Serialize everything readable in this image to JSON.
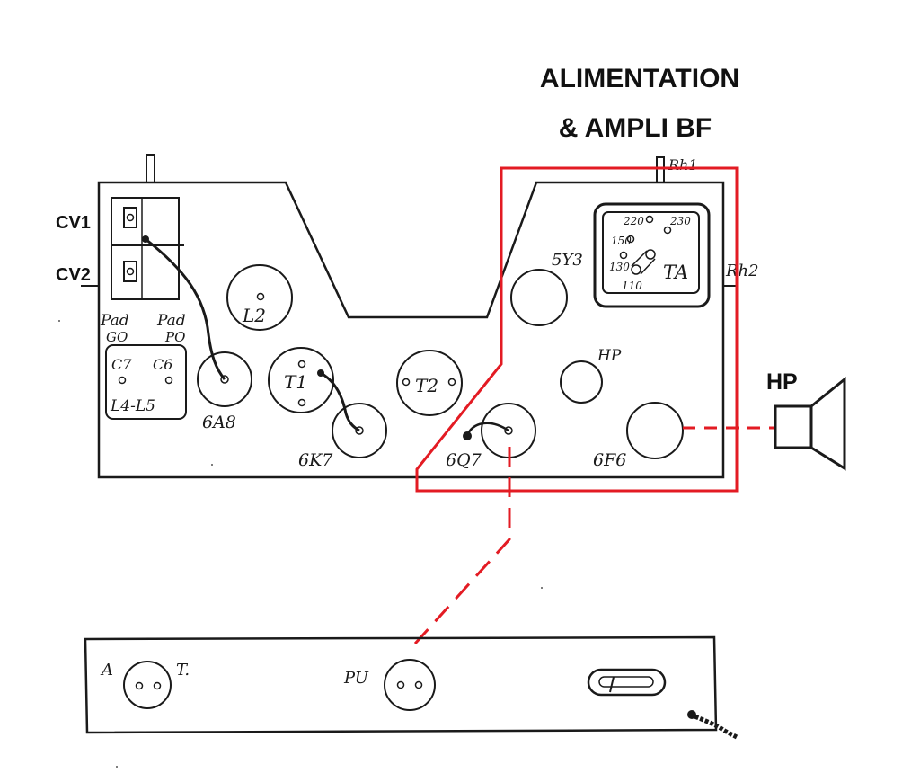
{
  "title": {
    "line1": "ALIMENTATION",
    "line2": "& AMPLI BF"
  },
  "colors": {
    "ink": "#1a1a1a",
    "highlight": "#e31b23",
    "background": "#ffffff"
  },
  "chassis": {
    "cv1": "CV1",
    "cv2": "CV2",
    "pad_go": [
      "Pad",
      "GO"
    ],
    "pad_po": [
      "Pad",
      "PO"
    ],
    "c7": "C7",
    "c6": "C6",
    "l4_l5": "L4-L5",
    "l2": "L2",
    "t1": "T1",
    "t2": "T2",
    "tube_6a8": "6A8",
    "tube_6k7": "6K7",
    "tube_6q7": "6Q7",
    "tube_5y3": "5Y3",
    "tube_6f6": "6F6",
    "hp_socket": "HP",
    "rh1": "Rh1",
    "rh2": "Rh2",
    "ta": "TA",
    "voltage": {
      "v220": "220",
      "v230": "230",
      "v150": "150",
      "v130": "130",
      "v110": "110"
    }
  },
  "speaker": {
    "label": "HP"
  },
  "rear_panel": {
    "a": "A",
    "t": "T.",
    "pu": "PU"
  }
}
